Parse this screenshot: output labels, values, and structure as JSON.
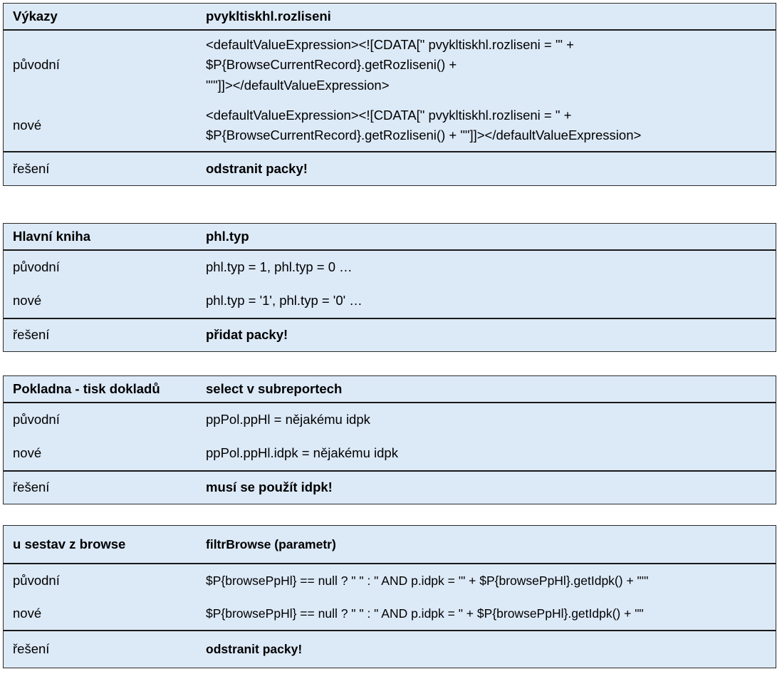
{
  "row_labels": {
    "original": "původní",
    "new": "nové",
    "solution": "řešení"
  },
  "tables": [
    {
      "id": "vykazy",
      "header_left": "Výkazy",
      "header_right": "pvykltiskhl.rozliseni",
      "original": "<defaultValueExpression><![CDATA[\" pvykltiskhl.rozliseni = '\" +\n$P{BrowseCurrentRecord}.getRozliseni() +\n\"'\"]]></defaultValueExpression>",
      "new": "<defaultValueExpression><![CDATA[\" pvykltiskhl.rozliseni = \" +\n$P{BrowseCurrentRecord}.getRozliseni() + \"\"]]></defaultValueExpression>",
      "solution": "odstranit packy!"
    },
    {
      "id": "hlavni-kniha",
      "header_left": "Hlavní kniha",
      "header_right": "phl.typ",
      "original": "phl.typ = 1, phl.typ = 0 …",
      "new": "phl.typ = '1', phl.typ = '0' …",
      "solution": "přidat packy!"
    },
    {
      "id": "pokladna",
      "header_left": "Pokladna - tisk dokladů",
      "header_right": "select v subreportech",
      "original": "ppPol.ppHl = nějakému idpk",
      "new": "ppPol.ppHl.idpk = nějakému idpk",
      "solution": "musí se použít idpk!"
    },
    {
      "id": "browse",
      "header_left": "u sestav z browse",
      "header_right": "filtrBrowse (parametr)",
      "original": "$P{browsePpHl} == null ? \" \" : \"  AND p.idpk =  '\" + $P{browsePpHl}.getIdpk() + \"'\"",
      "new": "$P{browsePpHl} == null ? \" \" : \"  AND p.idpk = \" + $P{browsePpHl}.getIdpk() + \"\"",
      "solution": "odstranit packy!"
    }
  ],
  "colors": {
    "table_background": "#dce9f7",
    "border": "#2b2b2b",
    "page_background": "#ffffff",
    "text": "#000000"
  }
}
